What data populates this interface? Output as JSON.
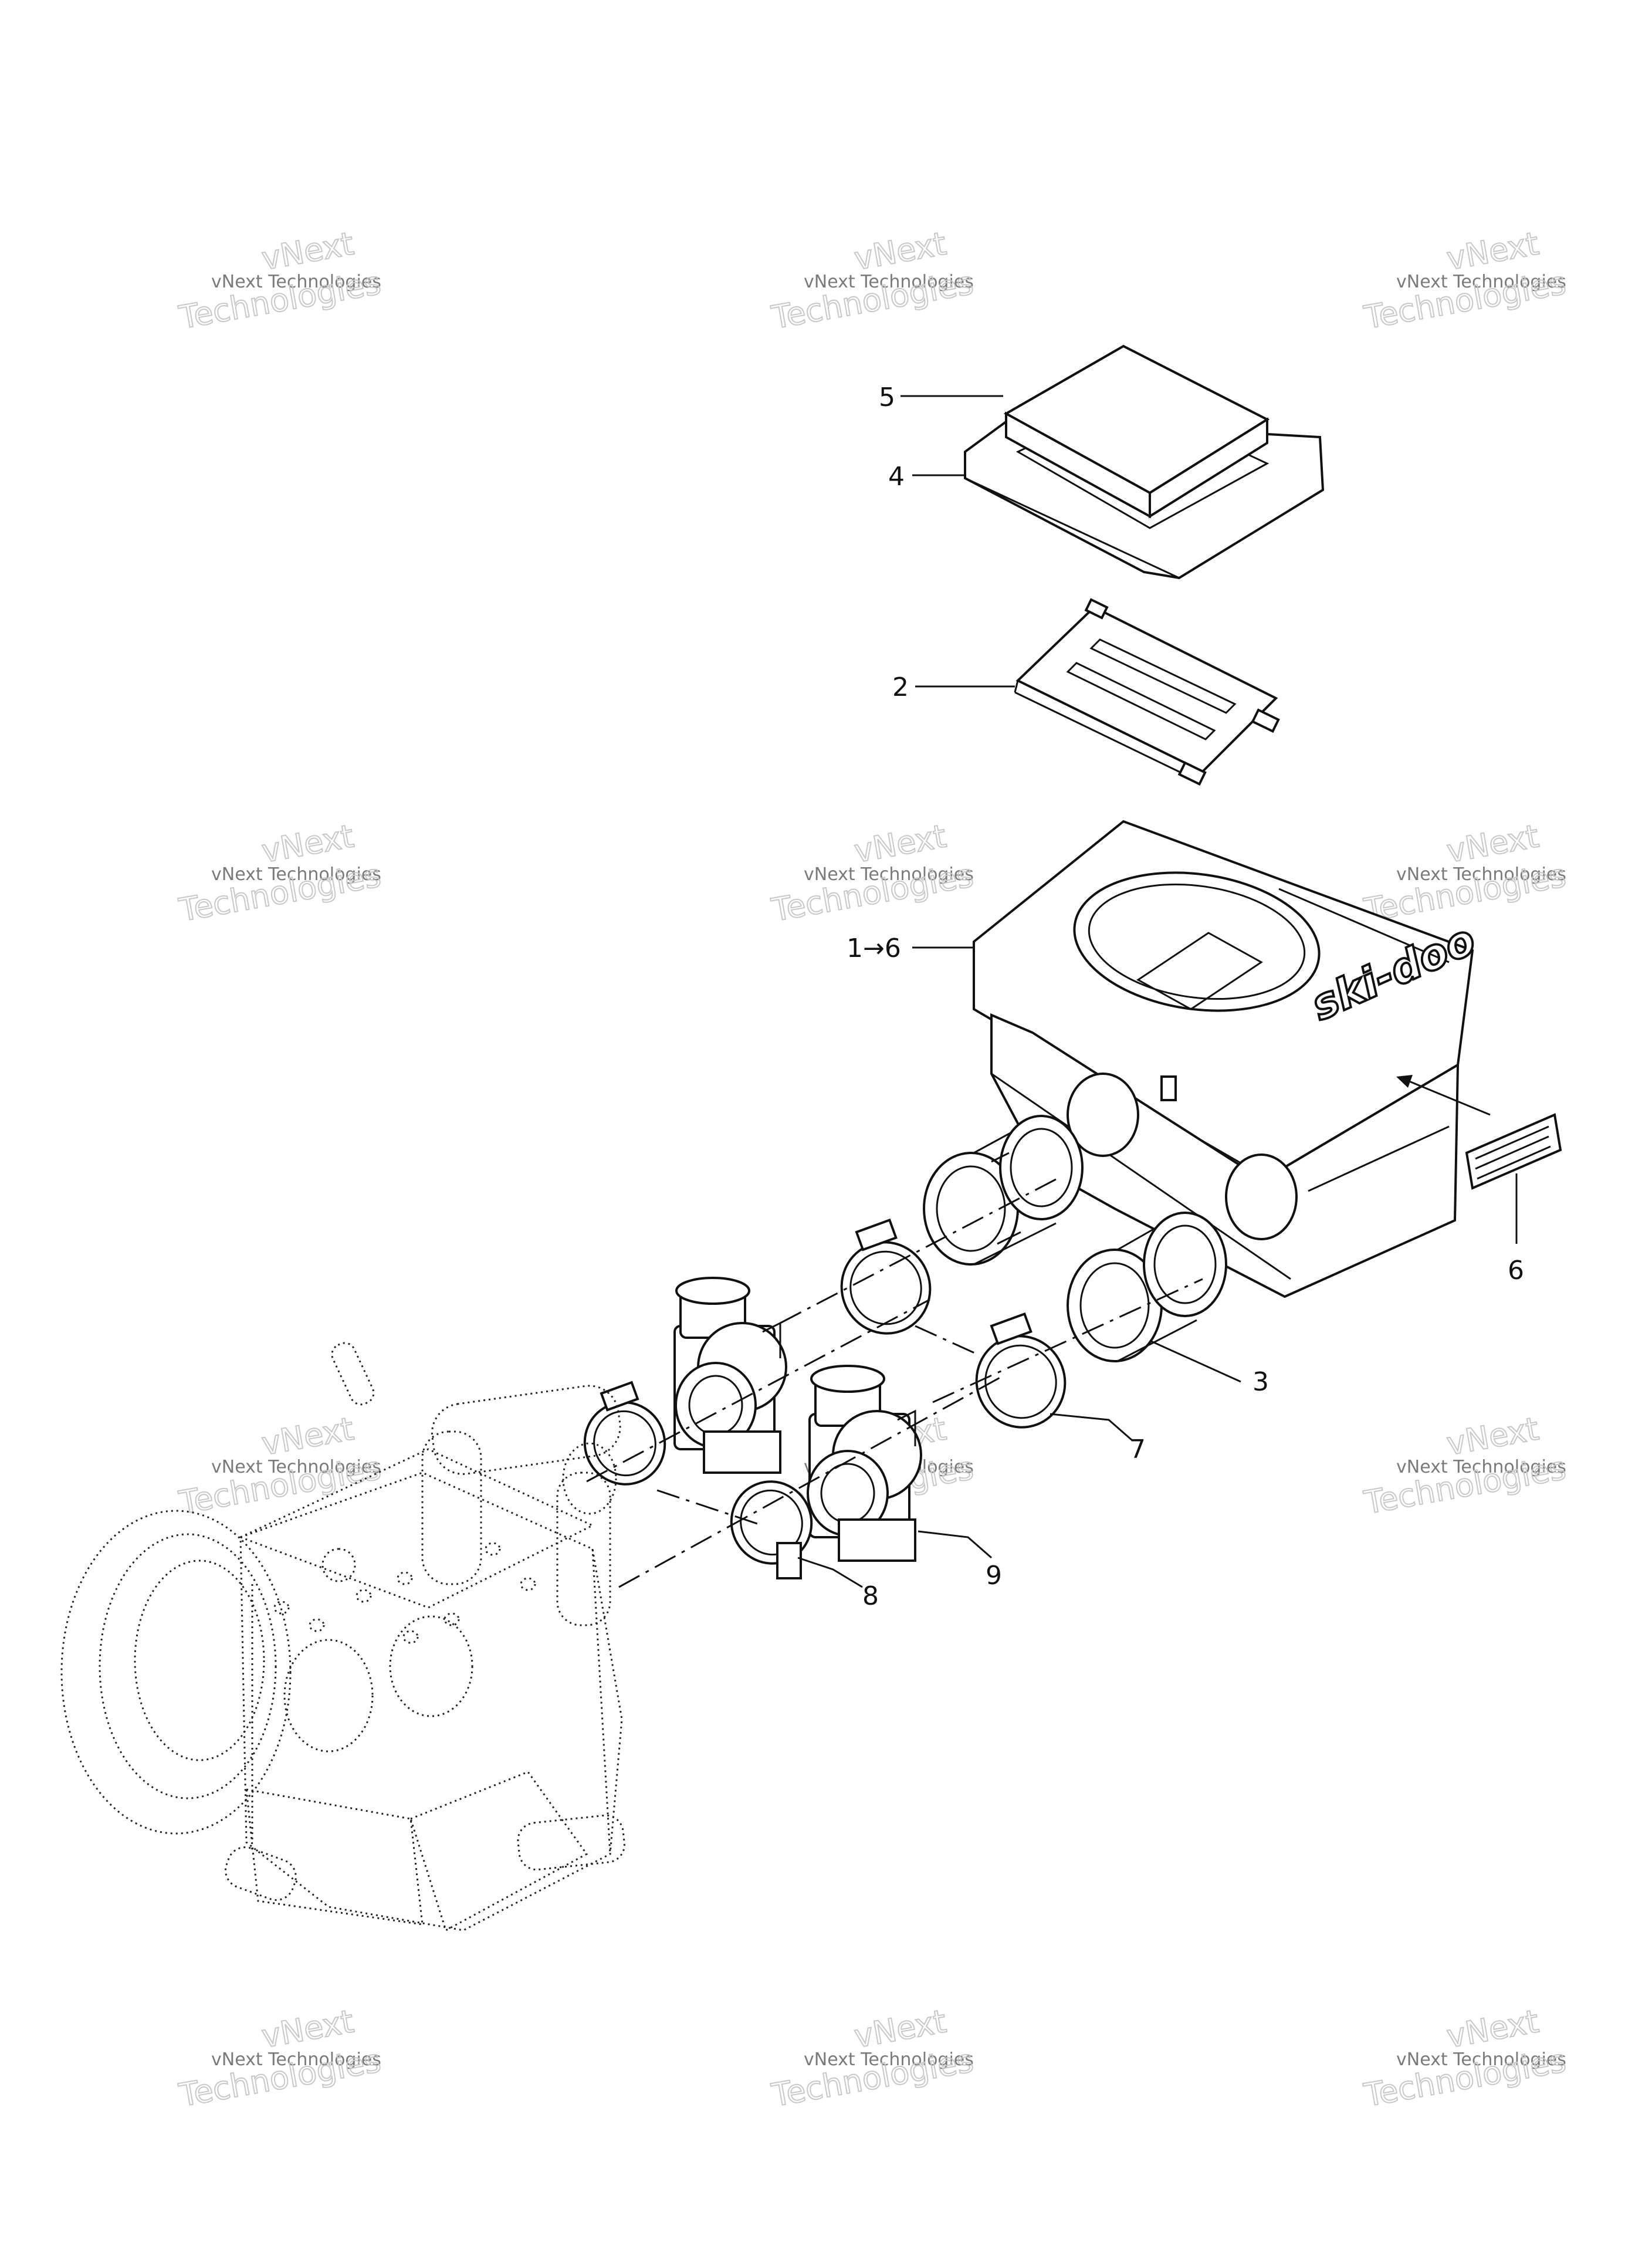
{
  "callouts": [
    {
      "id": "c5",
      "label": "5"
    },
    {
      "id": "c4",
      "label": "4"
    },
    {
      "id": "c2",
      "label": "2"
    },
    {
      "id": "c1",
      "label": "1→6"
    },
    {
      "id": "c6",
      "label": "6"
    },
    {
      "id": "c3",
      "label": "3"
    },
    {
      "id": "c7",
      "label": "7"
    },
    {
      "id": "c8",
      "label": "8"
    },
    {
      "id": "c9",
      "label": "9"
    }
  ],
  "brand_logo_text": "ski-doo",
  "watermark": {
    "line1": "vNext Technologies",
    "line2a": "vNext",
    "line2b": "Technologies"
  }
}
